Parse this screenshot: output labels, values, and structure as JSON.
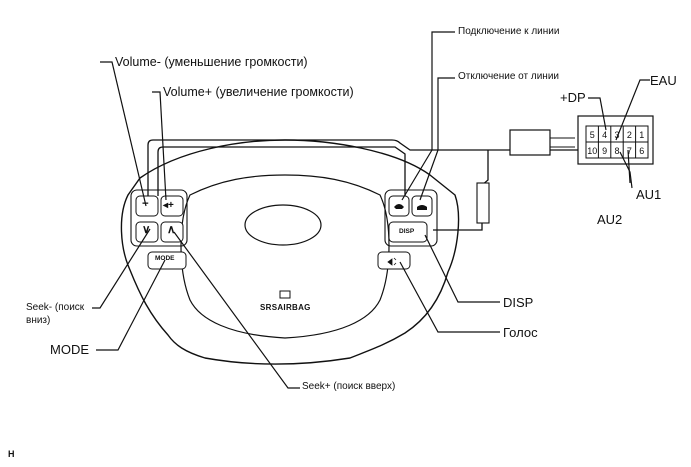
{
  "labels": {
    "volume_minus": "Volume- (уменьшение громкости)",
    "volume_plus": "Volume+ (увеличение громкости)",
    "seek_minus_line1": "Seek- (поиск",
    "seek_minus_line2": "вниз)",
    "mode": "MODE",
    "seek_plus": "Seek+ (поиск вверх)",
    "connect_line": "Подключение к линии",
    "disconnect_line": "Отключение от линии",
    "disp": "DISP",
    "voice": "Голос",
    "plus_dp": "+DP",
    "eau": "EAU",
    "au1": "AU1",
    "au2": "AU2",
    "corner_mark": "H"
  },
  "wheel": {
    "buttons": {
      "minus": "−",
      "vol_up": "◂+",
      "down": "∨",
      "up": "∧",
      "mode": "MODE",
      "disp": "DISP"
    },
    "srs_airbag": "SRSAIRBAG"
  },
  "connector": {
    "top_row": [
      "5",
      "4",
      "3",
      "2",
      "1"
    ],
    "bottom_row": [
      "10",
      "9",
      "8",
      "7",
      "6"
    ]
  }
}
